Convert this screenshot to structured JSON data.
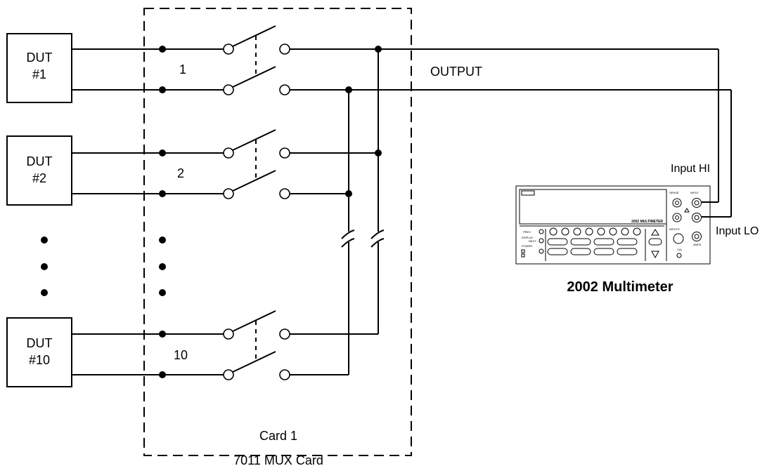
{
  "duts": [
    {
      "line1": "DUT",
      "line2": "#1"
    },
    {
      "line1": "DUT",
      "line2": "#2"
    },
    {
      "line1": "DUT",
      "line2": "#10"
    }
  ],
  "channels": [
    "1",
    "2",
    "10"
  ],
  "output_label": "OUTPUT",
  "input_hi_label": "Input HI",
  "input_lo_label": "Input LO",
  "card_label": "Card 1",
  "mux_card_label": "7011 MUX Card",
  "meter_caption": "2002 Multimeter",
  "meter_panel": {
    "model_text": "2002  MULTIMETER",
    "sense": "SENSE",
    "input": "INPUT",
    "inputs": "INPUTS",
    "display": "DISPLAY",
    "next": "NEXT",
    "power": "POWER",
    "prev": "PREV",
    "cal": "CAL",
    "amps": "AMPS"
  }
}
